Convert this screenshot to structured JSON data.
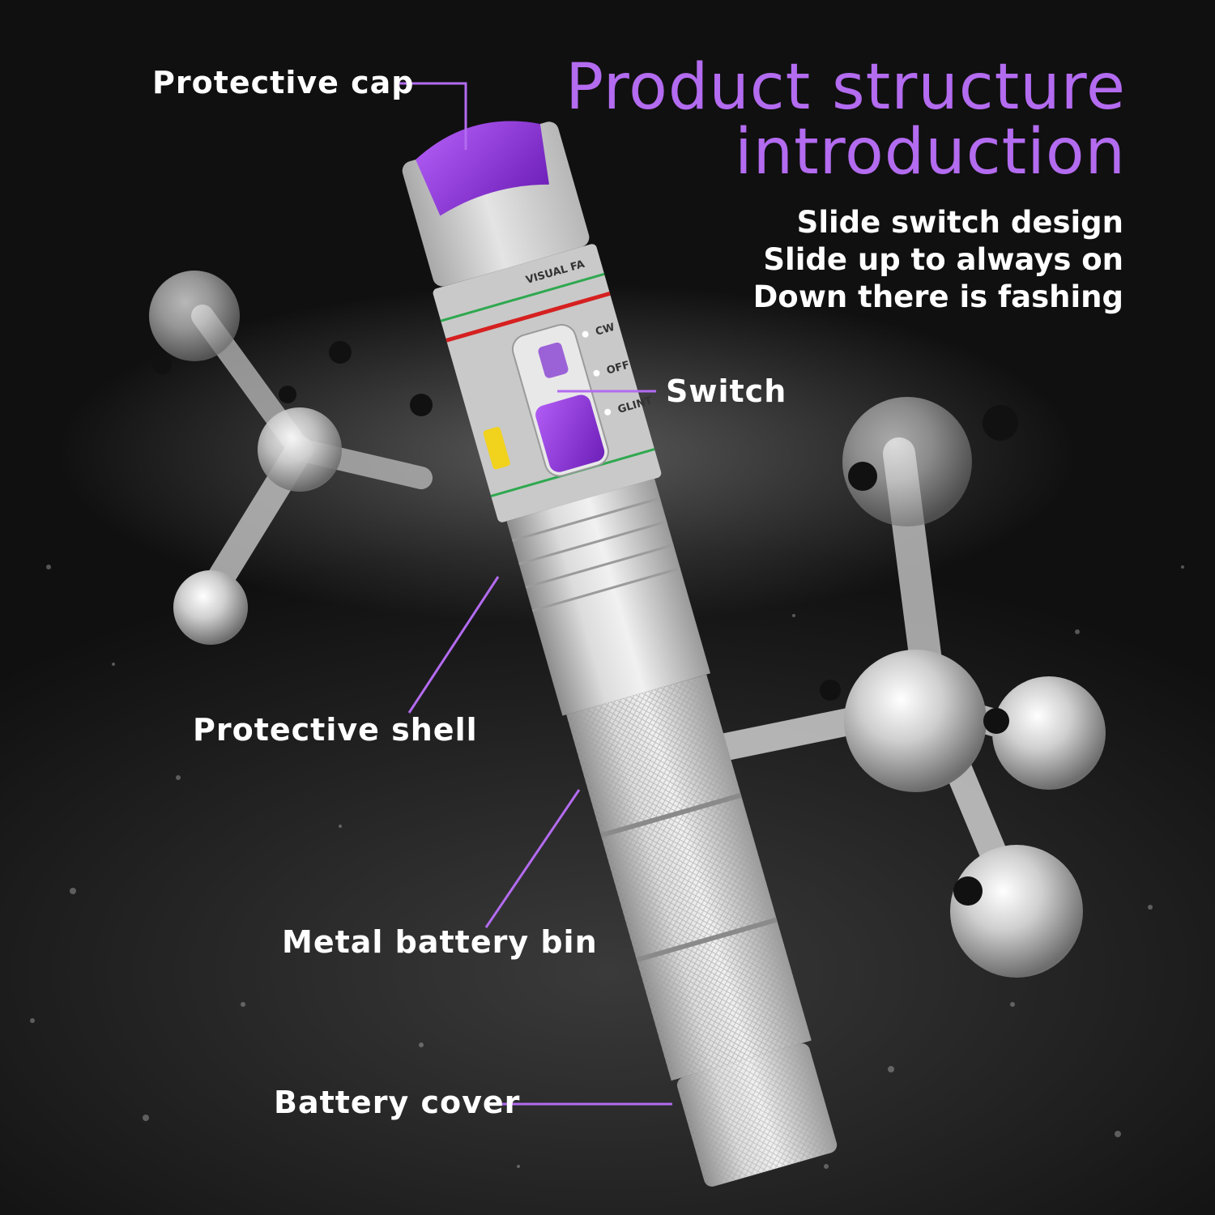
{
  "title": {
    "line1": "Product structure",
    "line2": "introduction"
  },
  "description": {
    "line1": "Slide switch design",
    "line2": "Slide up to always on",
    "line3": "Down there is fashing"
  },
  "callouts": {
    "protective_cap": "Protective cap",
    "switch": "Switch",
    "protective_shell": "Protective shell",
    "metal_battery_bin": "Metal battery bin",
    "battery_cover": "Battery cover"
  },
  "device_markings": {
    "brand": "VISUAL FA",
    "mode_cw": "CW",
    "mode_off": "OFF",
    "mode_glint": "GLINT"
  },
  "colors": {
    "accent": "#b36bf0",
    "switch_purple": "#8a2be2",
    "text": "#ffffff"
  }
}
